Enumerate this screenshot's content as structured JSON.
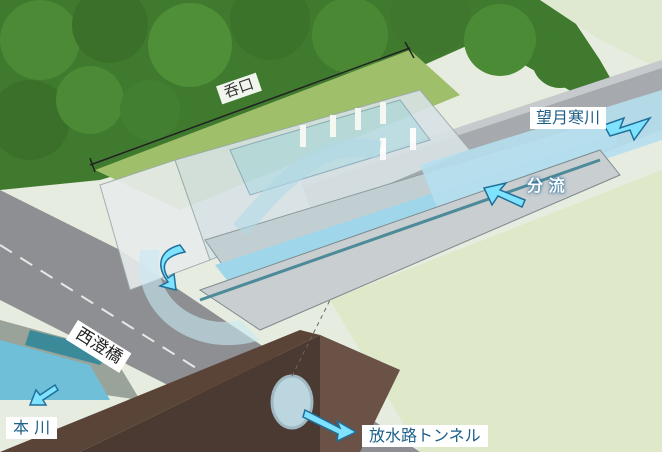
{
  "labels": {
    "intake": "呑口",
    "bozukisamu_river": "望月寒川",
    "diversion": "分 流",
    "nishisumi_bridge": "西澄橋",
    "main_river": "本 川",
    "discharge_tunnel": "放水路トンネル"
  },
  "icons": [
    "flow-arrow-icon"
  ],
  "colors": {
    "forest": "#3f7a2e",
    "grass_roof": "#9fbf6a",
    "road": "#8d8f92",
    "water": "#9fd6ea",
    "arrow_fill": "#7fe3ff",
    "arrow_stroke": "#1f6f9a",
    "label_text": "#1c5f8a",
    "ground_cut": "#5a4438"
  }
}
